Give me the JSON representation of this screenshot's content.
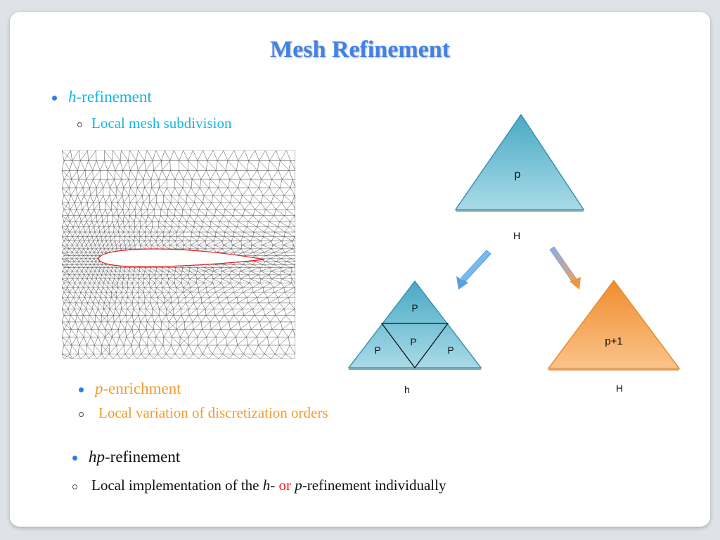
{
  "title": "Mesh Refinement",
  "h_ref": {
    "italic": "h",
    "rest": "-refinement",
    "sub": "Local mesh subdivision"
  },
  "p_enr": {
    "italic": "p",
    "rest": "-enrichment",
    "sub": "Local variation of discretization orders"
  },
  "hp_ref": {
    "italic": "hp",
    "rest": "-refinement",
    "sub_a": "Local implementation of the ",
    "sub_h": "h",
    "sub_b": "- ",
    "sub_or": "or",
    "sub_p": "p",
    "sub_c": "-refinement individually"
  },
  "diagram": {
    "top_label": "p",
    "top_below": "H",
    "left_top": "P",
    "left_mid": "P",
    "left_l": "P",
    "left_r": "P",
    "left_below": "h",
    "right_label": "p+1",
    "right_below": "H"
  },
  "colors": {
    "title": "#3f82e8",
    "cyan": "#15b7e3",
    "orange": "#f29b2c",
    "teal": "#4aaec8",
    "red": "#e02020"
  }
}
